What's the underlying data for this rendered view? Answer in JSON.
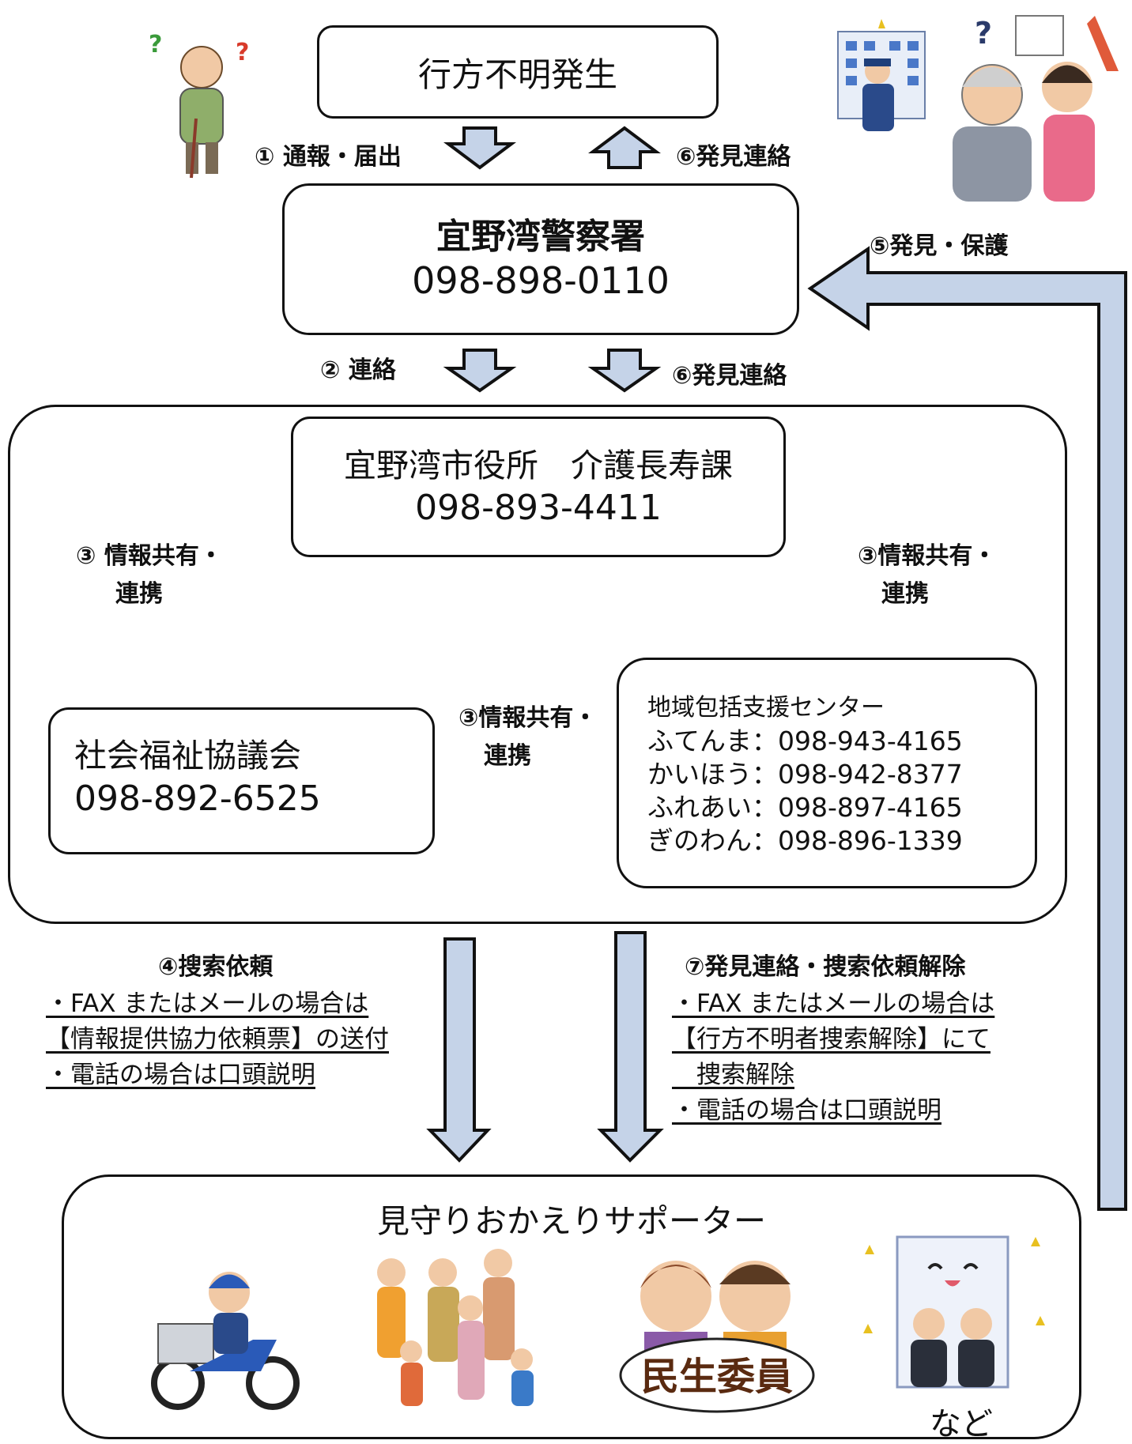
{
  "missing": {
    "title": "行方不明発生"
  },
  "police": {
    "name": "宜野湾警察署",
    "phone": "098-898-0110"
  },
  "city": {
    "name": "宜野湾市役所　介護長寿課",
    "phone": "098-893-4411"
  },
  "council": {
    "name": "社会福祉協議会",
    "phone": "098-892-6525"
  },
  "center": {
    "title": "地域包括支援センター",
    "lines": [
      "ふてんま：098-943-4165",
      "かいほう：098-942-8377",
      "ふれあい：098-897-4165",
      "ぎのわん：098-896-1339"
    ]
  },
  "supporters": {
    "title": "見守りおかえりサポーター",
    "etc": "など",
    "minsei_label": "民生委員"
  },
  "labels": {
    "step1": "① 通報・届出",
    "step6a": "⑥発見連絡",
    "step5": "⑤発見・保護",
    "step2": "② 連絡",
    "step6b": "⑥発見連絡",
    "step3_left": [
      "③ 情報共有・",
      "連携"
    ],
    "step3_right": [
      "③情報共有・",
      "連携"
    ],
    "step3_mid": [
      "③情報共有・",
      "連携"
    ],
    "step4": "④搜索依頼",
    "step7": "⑦発見連絡・捜索依頼解除"
  },
  "notes_left": [
    "・FAX またはメールの場合は",
    "【情報提供協力依頼票】の送付",
    "・電話の場合は口頭説明"
  ],
  "notes_right": [
    "・FAX またはメールの場合は",
    "【行方不明者捜索解除】にて",
    "　捜索解除",
    "・電話の場合は口頭説明"
  ],
  "colors": {
    "arrow_fill": "#c5d3e8",
    "stroke": "#111111"
  },
  "icons": [
    "question-mark-icon",
    "police-icon",
    "elderly-person-icon",
    "caregiver-icon",
    "delivery-bike-icon",
    "family-icon",
    "welfare-commissioner-icon",
    "business-people-icon"
  ]
}
